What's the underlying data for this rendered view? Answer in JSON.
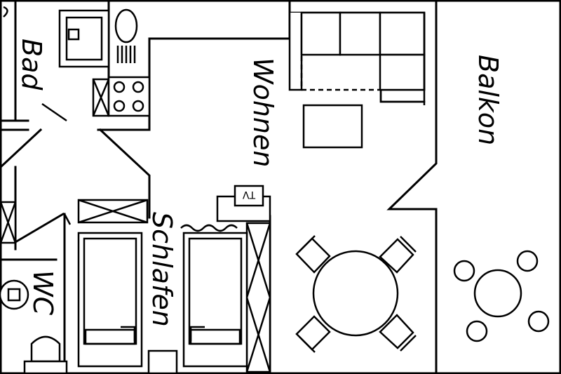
{
  "rooms": {
    "bath": "Bad",
    "living": "Wohnen",
    "balcony": "Balkon",
    "bedroom": "Schlafen",
    "wc": "WC"
  },
  "furniture": {
    "tv": "TV"
  }
}
